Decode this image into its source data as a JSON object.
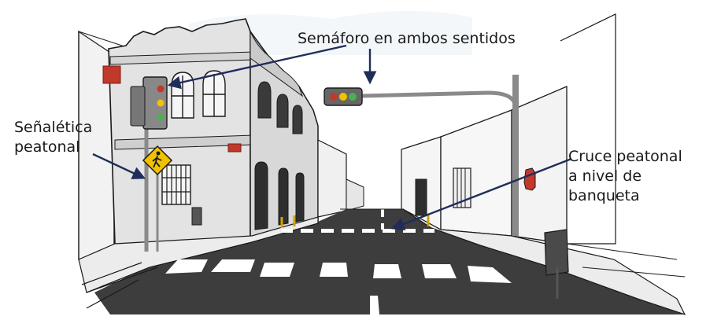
{
  "annotations": {
    "traffic_light": "Semáforo en ambos sentidos",
    "pedestrian_signage": {
      "line1": "Señalética",
      "line2": "peatonal"
    },
    "crosswalk": {
      "line1": "Cruce peatonal",
      "line2": "a nivel de",
      "line3": "banqueta"
    }
  },
  "colors": {
    "arrow": "#1f2d5a",
    "road": "#3a3a3a",
    "building_left": "#e6e6e6",
    "building_right": "#f4f4f4",
    "red_box": "#c0392b",
    "sign_yellow": "#f2c200"
  }
}
